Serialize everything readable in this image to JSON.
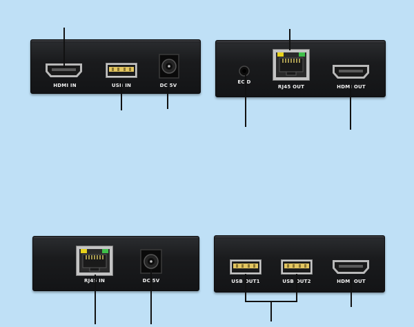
{
  "devices": {
    "transmitter": {
      "hdmi_in": "HDMI IN",
      "usb_in": "USB IN",
      "dc_5v": "DC 5V"
    },
    "receiver": {
      "ecid": "ECID",
      "rj45_out": "RJ45 OUT",
      "hdmi_out": "HDMI OUT"
    },
    "rj45_unit": {
      "rj45_in": "RJ45 IN",
      "dc_5v": "DC 5V"
    },
    "usb_unit": {
      "usb_out1": "USB OUT1",
      "usb_out2": "USB OUT2",
      "hdmi_out": "HDMI OUT"
    }
  },
  "colors": {
    "background": "#bfe0f6",
    "panel": "#1a1b1d",
    "label": "#f2f2f2",
    "usb_insert": "#e2c560",
    "led_yellow": "#e8d21a",
    "led_green": "#3fbf4a",
    "callout_line": "#111111"
  }
}
